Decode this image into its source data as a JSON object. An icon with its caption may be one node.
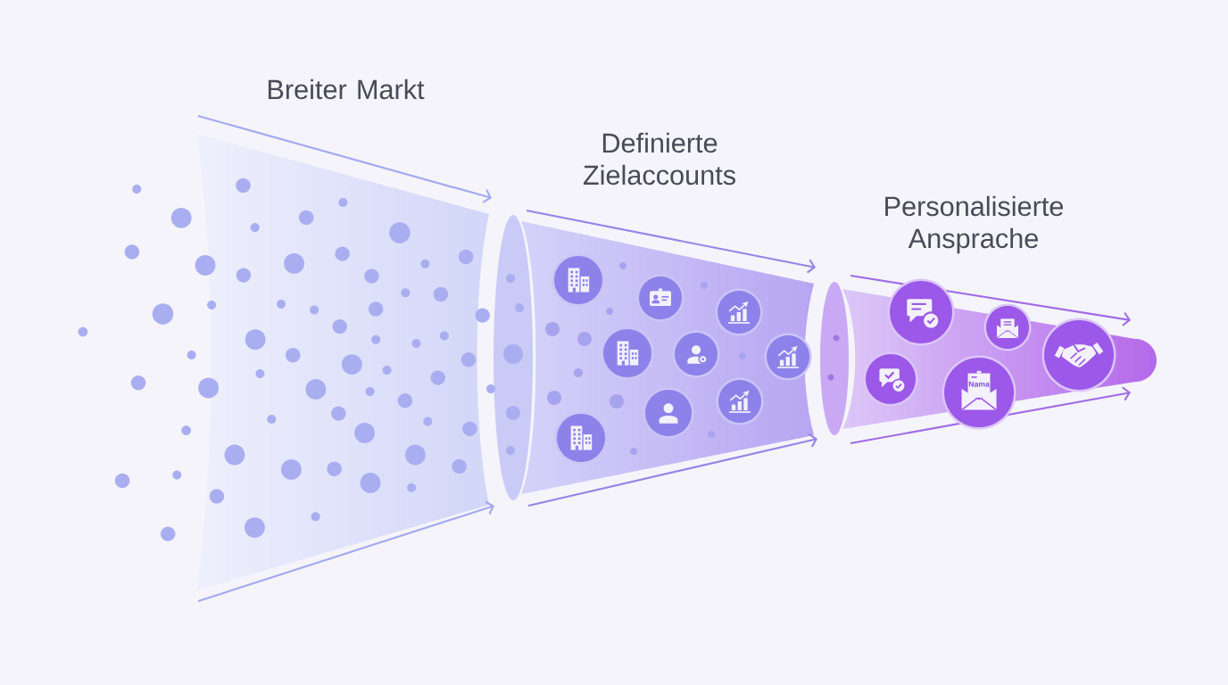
{
  "diagram": {
    "nodes": [
      {
        "text": [
          "Breiter Markt"
        ]
      },
      {
        "text": [
          "Definierte Zielaccounts"
        ]
      },
      {
        "text": [
          "Personalisierte Ansprache"
        ]
      }
    ],
    "edges": [
      {
        "from": 0,
        "to": 1,
        "arrow": "to",
        "color": "#a4a9ee"
      },
      {
        "from": 0,
        "to": 1,
        "arrow": "to",
        "color": "#a4a9ee"
      },
      {
        "from": 1,
        "to": 2,
        "arrow": "to"
      },
      {
        "from": 1,
        "to": 2,
        "arrow": "to"
      }
    ],
    "labels": [
      "Nama"
    ]
  }
}
